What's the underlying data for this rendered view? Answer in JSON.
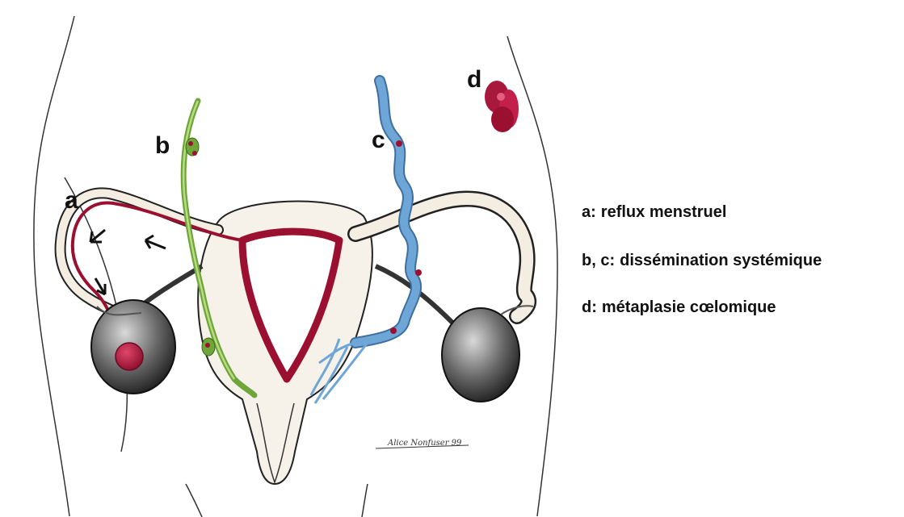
{
  "diagram": {
    "labels": {
      "a": "a",
      "b": "b",
      "c": "c",
      "d": "d"
    },
    "legend": [
      {
        "key": "a:",
        "text": "reflux menstruel"
      },
      {
        "key": "b, c:",
        "text": "dissémination systémique"
      },
      {
        "key": "d:",
        "text": "métaplasie cœlomique"
      }
    ],
    "colors": {
      "menstrual_blood": "#9b1030",
      "lymphatic": "#6ea63a",
      "vascular": "#6fa6d8",
      "ovary": "#2e2e2e",
      "outline": "#222222"
    },
    "signature": "Alice Nonfuser 99"
  }
}
